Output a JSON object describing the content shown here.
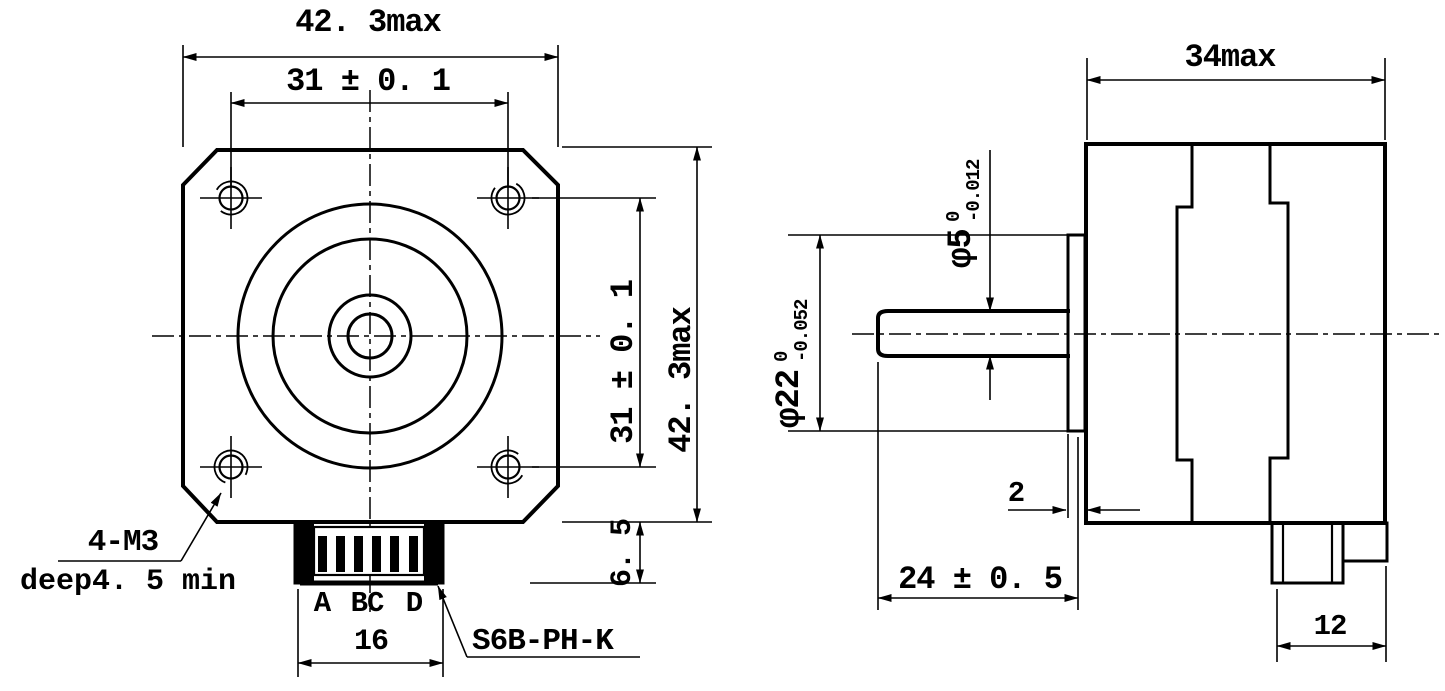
{
  "drawing_title": "stepper-motor-dimension-drawing",
  "front_view": {
    "dim_width_top": "42. 3max",
    "dim_hole_spacing_top": "31 ± 0. 1",
    "dim_hole_spacing_right": "31 ± 0. 1",
    "dim_height_right": "42. 3max",
    "dim_connector_height": "6. 5",
    "mount_note_line1": "4-M3",
    "mount_note_line2": "deep4. 5 min",
    "pin_labels": [
      "A",
      "BC",
      "D"
    ],
    "dim_connector_width": "16",
    "connector_part": "S6B-PH-K"
  },
  "side_view": {
    "dim_depth_top": "34max",
    "shaft_dia": {
      "main": "φ5",
      "tol_upper": "0",
      "tol_lower": "-0.012"
    },
    "boss_dia": {
      "main": "φ22",
      "tol_upper": "0",
      "tol_lower": "-0.052"
    },
    "dim_boss_thickness": "2",
    "dim_shaft_length": "24 ± 0. 5",
    "dim_connector_depth": "12"
  },
  "colors": {
    "ink": "#000000",
    "paper": "#ffffff"
  }
}
